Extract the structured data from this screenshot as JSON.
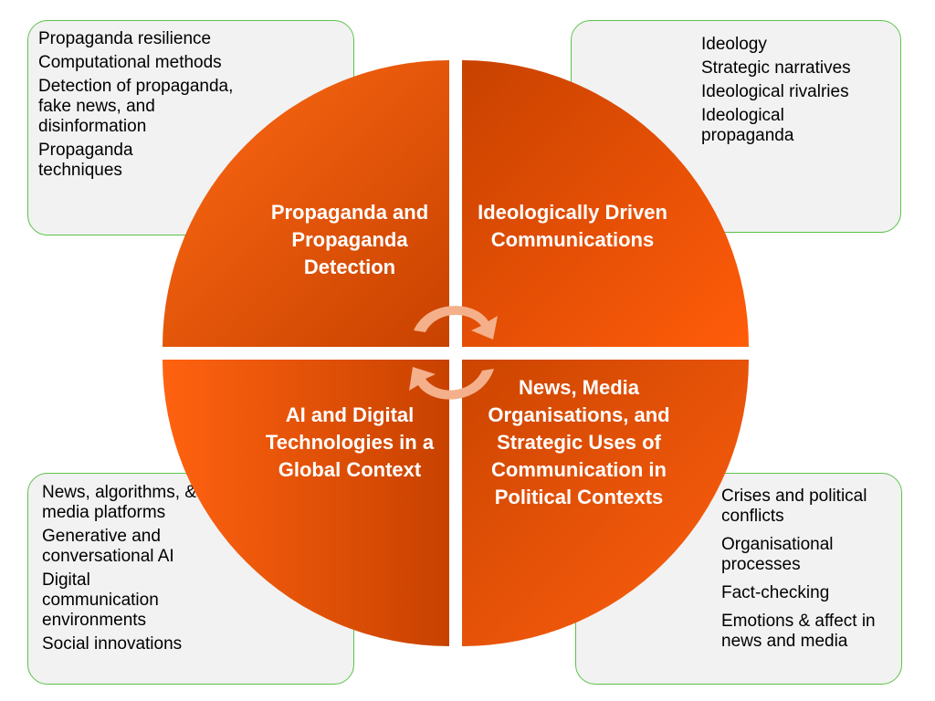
{
  "boxes": {
    "top_left": [
      "Propaganda resilience",
      "Computational methods",
      "Detection of propaganda, fake news, and disinformation",
      "Propaganda techniques"
    ],
    "top_right": [
      "Ideology",
      "Strategic narratives",
      "Ideological rivalries",
      "Ideological propaganda"
    ],
    "bottom_left": [
      "News, algorithms, & media platforms",
      "Generative and conversational AI",
      "Digital communication environments",
      "Social innovations"
    ],
    "bottom_right": [
      "Crises and political conflicts",
      "Organisational processes",
      "Fact-checking",
      "Emotions & affect in news and media"
    ]
  },
  "quadrants": {
    "top_left": "Propaganda and Propaganda Detection",
    "top_right": "Ideologically Driven Communications",
    "bottom_left": "AI and Digital Technologies in a Global Context",
    "bottom_right": "News, Media Organisations, and Strategic Uses of Communication in Political Contexts"
  },
  "colors": {
    "quadrant_dark": "#c84200",
    "quadrant_light": "#ff5c0a",
    "box_border": "#5cc24a",
    "box_fill": "#f2f2f2",
    "arrow": "#f4b08a"
  }
}
